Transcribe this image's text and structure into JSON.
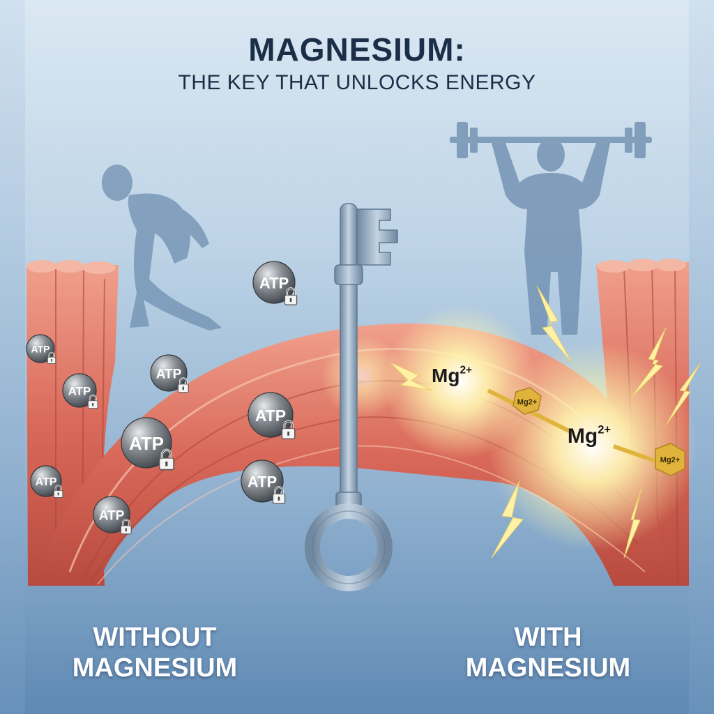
{
  "header": {
    "title": "MAGNESIUM:",
    "subtitle": "THE KEY THAT UNLOCKS ENERGY"
  },
  "atp_molecules": {
    "label": "ATP",
    "count": 10
  },
  "magnesium_ions": [
    {
      "label": "Mg",
      "charge": "2+"
    },
    {
      "label": "Mg",
      "charge": "2+"
    }
  ],
  "magnesium_keys": [
    {
      "label": "Mg2+"
    },
    {
      "label": "Mg2+"
    }
  ],
  "panels": {
    "left": {
      "line1": "WITHOUT",
      "line2": "MAGNESIUM"
    },
    "right": {
      "line1": "WITH",
      "line2": "MAGNESIUM"
    }
  },
  "colors": {
    "title": "#1b2e47",
    "muscle": "#d9695a",
    "atp_sphere": "#7a7f86",
    "key": "#8aa2ba",
    "mg_glow": "#fff6b0",
    "gold_key": "#e0b43c"
  },
  "icons": {
    "lock": "padlock-icon",
    "key": "key-icon",
    "lightning": "lightning-bolt-icon"
  }
}
